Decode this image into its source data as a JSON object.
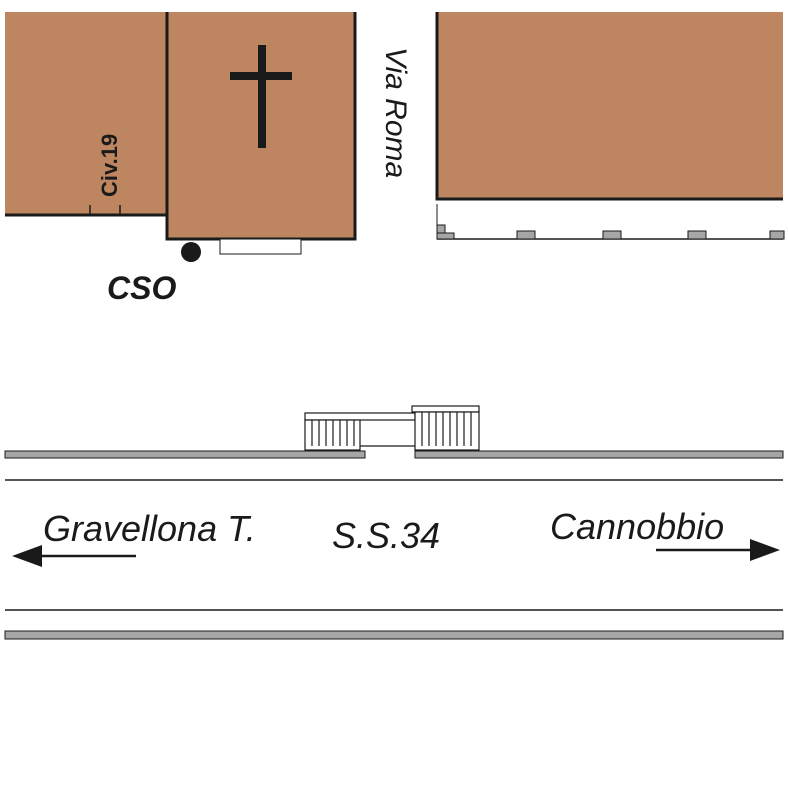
{
  "colors": {
    "building": "#bd8661",
    "outline": "#1a1a1a",
    "road_edge": "#a6a6a6",
    "background": "#ffffff"
  },
  "labels": {
    "street_vertical": "Via Roma",
    "house_number": "Civ.19",
    "marker": "CSO",
    "road_name": "S.S.34",
    "direction_left": "Gravellona T.",
    "direction_right": "Cannobbio"
  },
  "icons": {
    "church": "cross-icon",
    "marker": "dot-marker-icon",
    "left_arrow": "arrow-left-icon",
    "right_arrow": "arrow-right-icon",
    "bus_shelter": "shelter-icon"
  }
}
